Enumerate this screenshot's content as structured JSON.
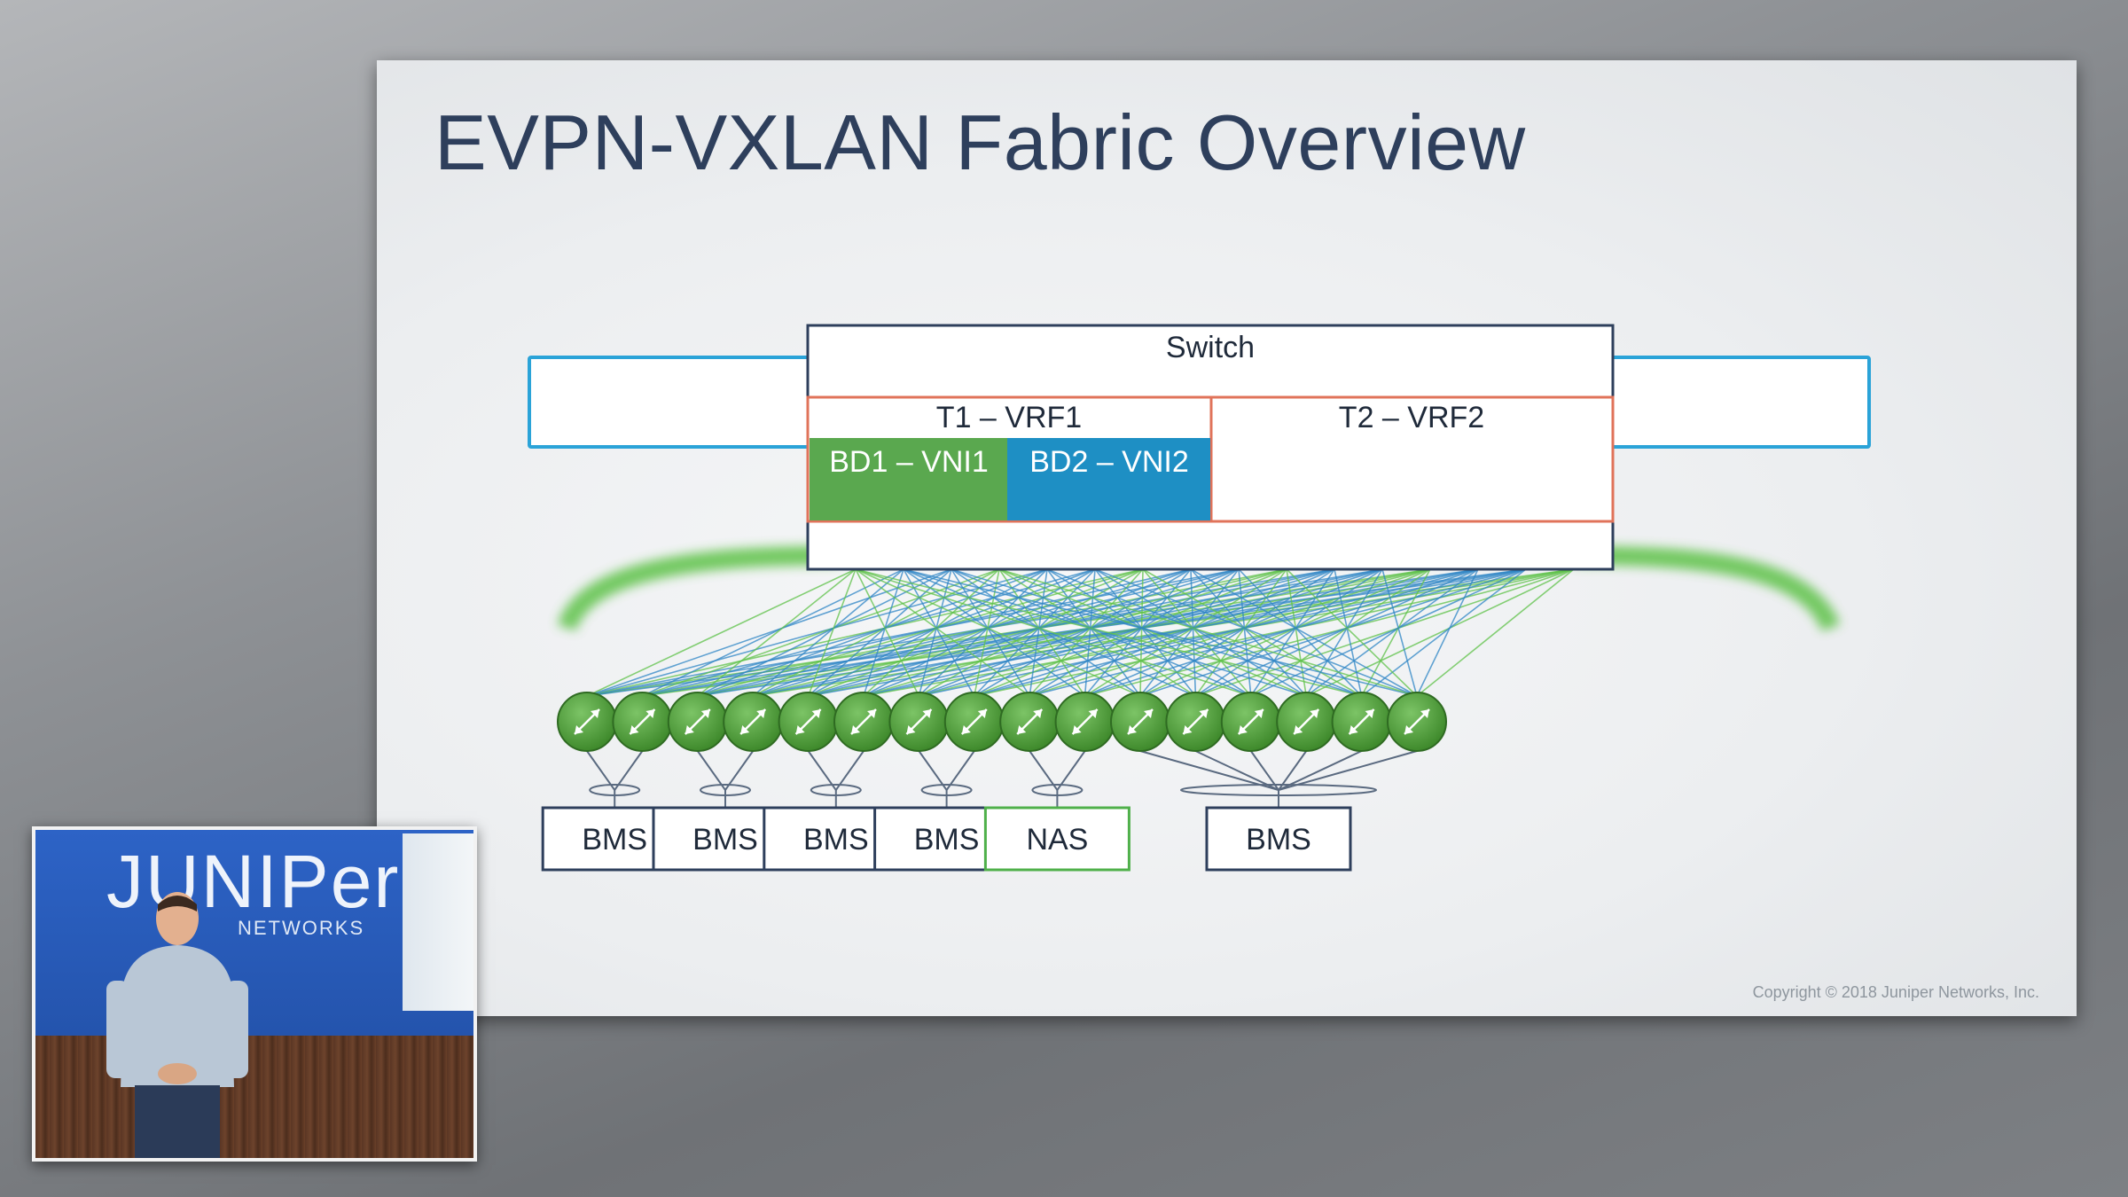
{
  "slide": {
    "title": "EVPN-VXLAN Fabric Overview",
    "copyright": "Copyright © 2018 Juniper Networks, Inc."
  },
  "diagram": {
    "switch_label": "Switch",
    "vrfs": [
      {
        "label": "T1 – VRF1"
      },
      {
        "label": "T2 – VRF2"
      }
    ],
    "bridge_domains": [
      {
        "label": "BD1 – VNI1",
        "color": "#5aa84f"
      },
      {
        "label": "BD2 – VNI2",
        "color": "#1e8fc4"
      }
    ],
    "leaf_count": 16,
    "leaf_color": "#4f9e3a",
    "endpoints": [
      {
        "label": "BMS",
        "leaves": [
          0,
          1
        ]
      },
      {
        "label": "BMS",
        "leaves": [
          2,
          3
        ]
      },
      {
        "label": "BMS",
        "leaves": [
          4,
          5
        ]
      },
      {
        "label": "BMS",
        "leaves": [
          6,
          7
        ]
      },
      {
        "label": "NAS",
        "leaves": [
          8,
          9
        ]
      },
      {
        "label": "BMS",
        "leaves": [
          10,
          11,
          12,
          13,
          14,
          15
        ]
      }
    ],
    "colors": {
      "spine_border": "#2aa3d8",
      "vrf_border": "#e0735a",
      "link_blue": "#2f86c6",
      "link_green": "#5fc24a",
      "box_border": "#2e3f5c",
      "nas_border": "#4fb04a"
    }
  },
  "video_overlay": {
    "logo_text": "JUNIPer",
    "logo_subtext": "NETWORKS"
  }
}
